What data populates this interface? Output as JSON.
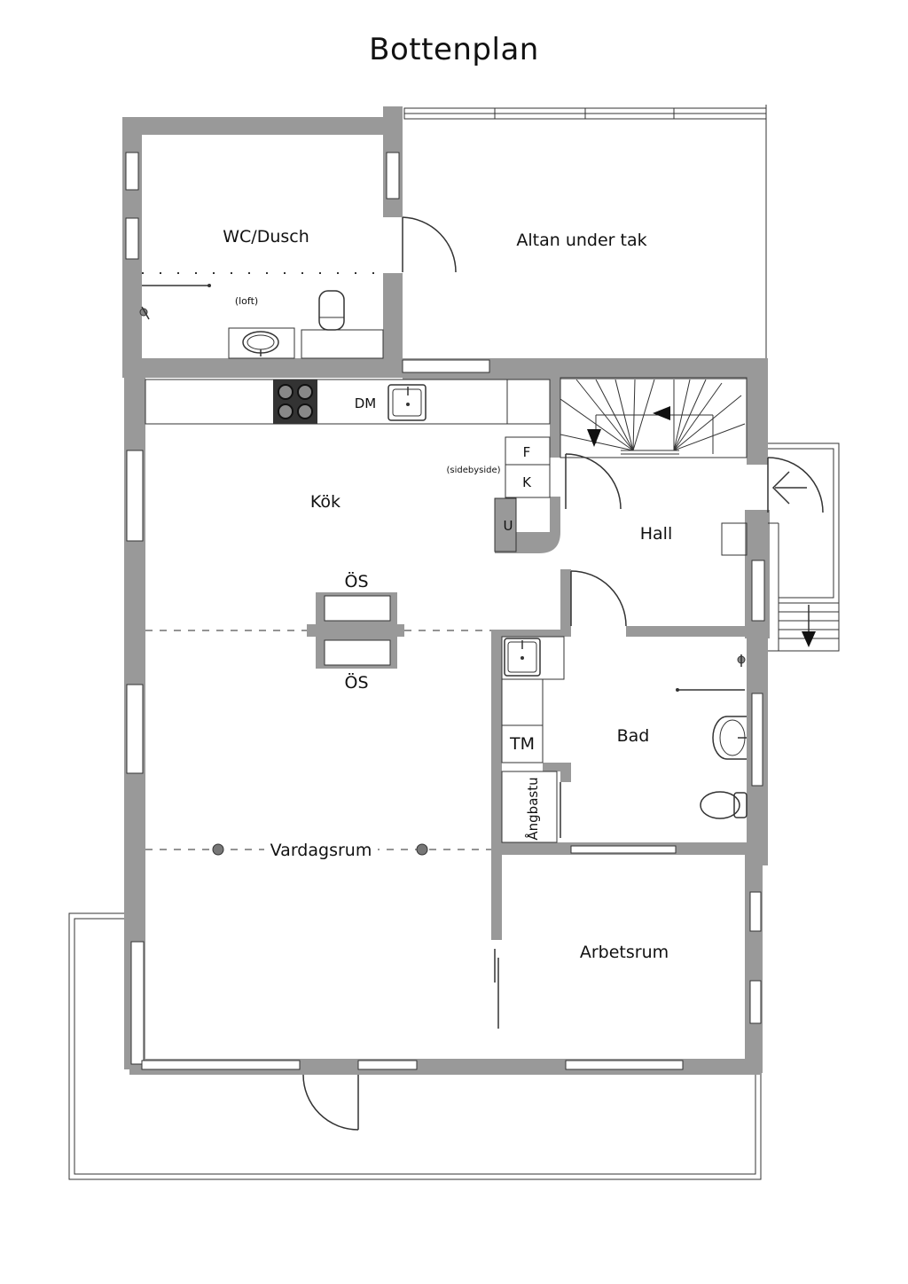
{
  "title": "Bottenplan",
  "rooms": {
    "wc_dusch": "WC/Dusch",
    "loft": "(loft)",
    "altan": "Altan under tak",
    "dm": "DM",
    "fridge": "F",
    "freezer": "K",
    "sidebyside": "(sidebyside)",
    "oven": "U",
    "kok": "Kök",
    "hall": "Hall",
    "os_top": "ÖS",
    "os_bottom": "ÖS",
    "tm": "TM",
    "bad": "Bad",
    "angbastu": "Ångbastu",
    "vardagsrum": "Vardagsrum",
    "arbetsrum": "Arbetsrum"
  },
  "colors": {
    "wall": "#999999",
    "line": "#333333",
    "background": "#ffffff"
  },
  "icons": [
    "stove-icon",
    "sink-icon",
    "toilet-icon",
    "washbasin-icon",
    "shower-icon",
    "entry-arrow-icon",
    "stair-arrow-icon"
  ]
}
